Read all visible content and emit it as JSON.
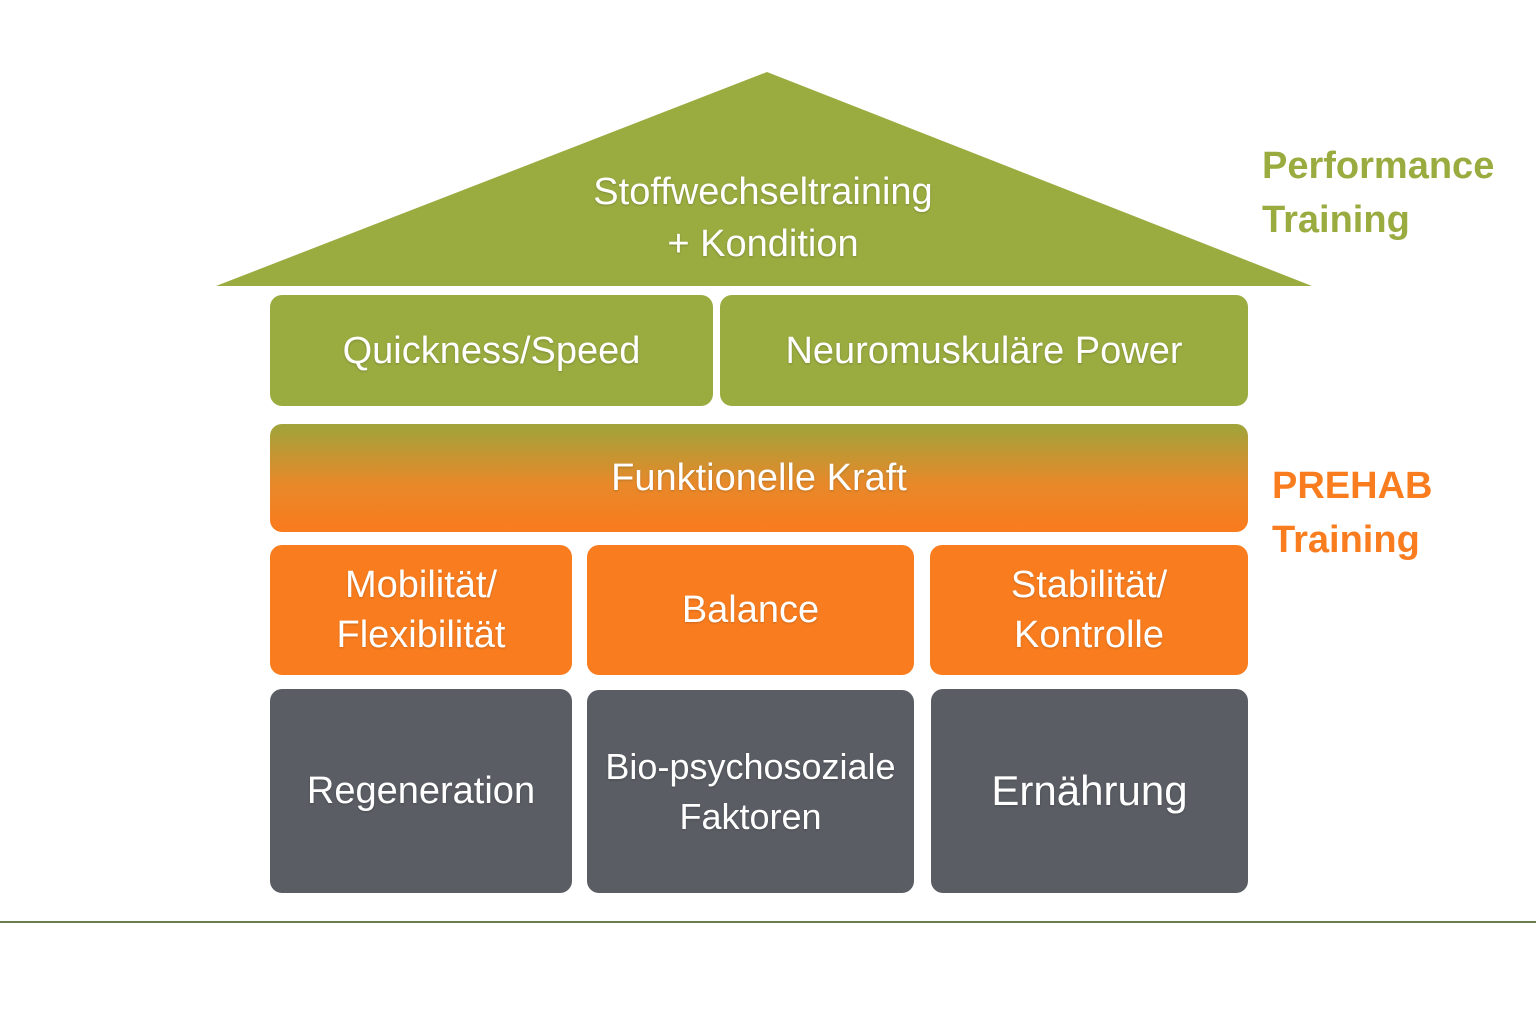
{
  "roof": {
    "line1": "Stoffwechseltraining",
    "line2": "+ Kondition"
  },
  "row1": {
    "left": "Quickness/Speed",
    "right": "Neuromuskuläre Power"
  },
  "row2": {
    "label": "Funktionelle Kraft"
  },
  "row3": {
    "left_line1": "Mobilität/",
    "left_line2": "Flexibilität",
    "middle": "Balance",
    "right_line1": "Stabilität/",
    "right_line2": "Kontrolle"
  },
  "row4": {
    "left": "Regeneration",
    "middle_line1": "Bio-psychosoziale",
    "middle_line2": "Faktoren",
    "right": "Ernährung"
  },
  "side_labels": {
    "performance_line1": "Performance",
    "performance_line2": "Training",
    "prehab_line1": "PREHAB",
    "prehab_line2": "Training"
  },
  "colors": {
    "green": "#9aab40",
    "orange": "#f97d1f",
    "grey": "#5a5e64",
    "performance_text": "#9aab40",
    "prehab_text": "#f97d1f",
    "ground_line": "#6b7d4a"
  }
}
